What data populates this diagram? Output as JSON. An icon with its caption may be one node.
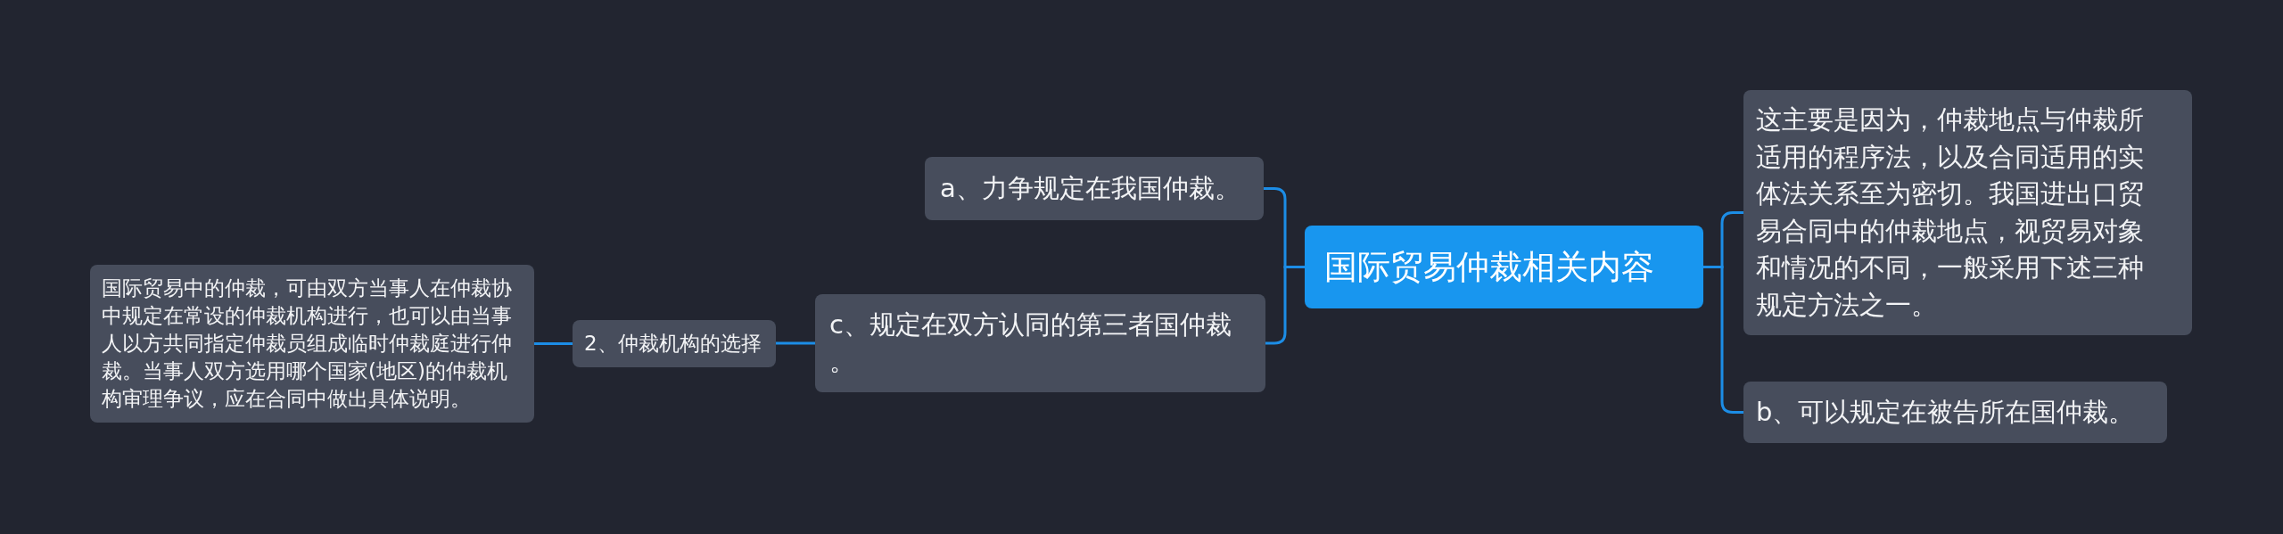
{
  "diagram": {
    "nodes": [
      {
        "text": [
          "国际贸易仲裁相关内容"
        ]
      },
      {
        "text": [
          "a、力争规定在我国仲裁。"
        ]
      },
      {
        "text": [
          "c、规定在双方认同的第三者国仲裁。"
        ]
      },
      {
        "text": [
          "2、仲裁机构的选择"
        ]
      },
      {
        "text": [
          "国际贸易中的仲裁，可由双方当事人在仲裁协中规定在常设的仲裁机构进行，也可以由当事人以方共同指定仲裁员组成临时仲裁庭进行仲裁。当事人双方选用哪个国家(地区)的仲裁机构审理争议，应在合同中做出具体说明。"
        ]
      },
      {
        "text": [
          "这主要是因为，仲裁地点与仲裁所适用的程序法，以及合同适用的实体法关系至为密切。我国进出口贸易合同中的仲裁地点，视贸易对象和情况的不同，一般采用下述三种规定方法之一。"
        ]
      },
      {
        "text": [
          "b、可以规定在被告所在国仲裁。"
        ]
      }
    ],
    "edges": [
      {
        "from": 0,
        "to": 1,
        "arrow": "none"
      },
      {
        "from": 0,
        "to": 2,
        "arrow": "none"
      },
      {
        "from": 2,
        "to": 3,
        "arrow": "none"
      },
      {
        "from": 3,
        "to": 4,
        "arrow": "none"
      },
      {
        "from": 0,
        "to": 5,
        "arrow": "none"
      },
      {
        "from": 0,
        "to": 6,
        "arrow": "none"
      }
    ]
  }
}
